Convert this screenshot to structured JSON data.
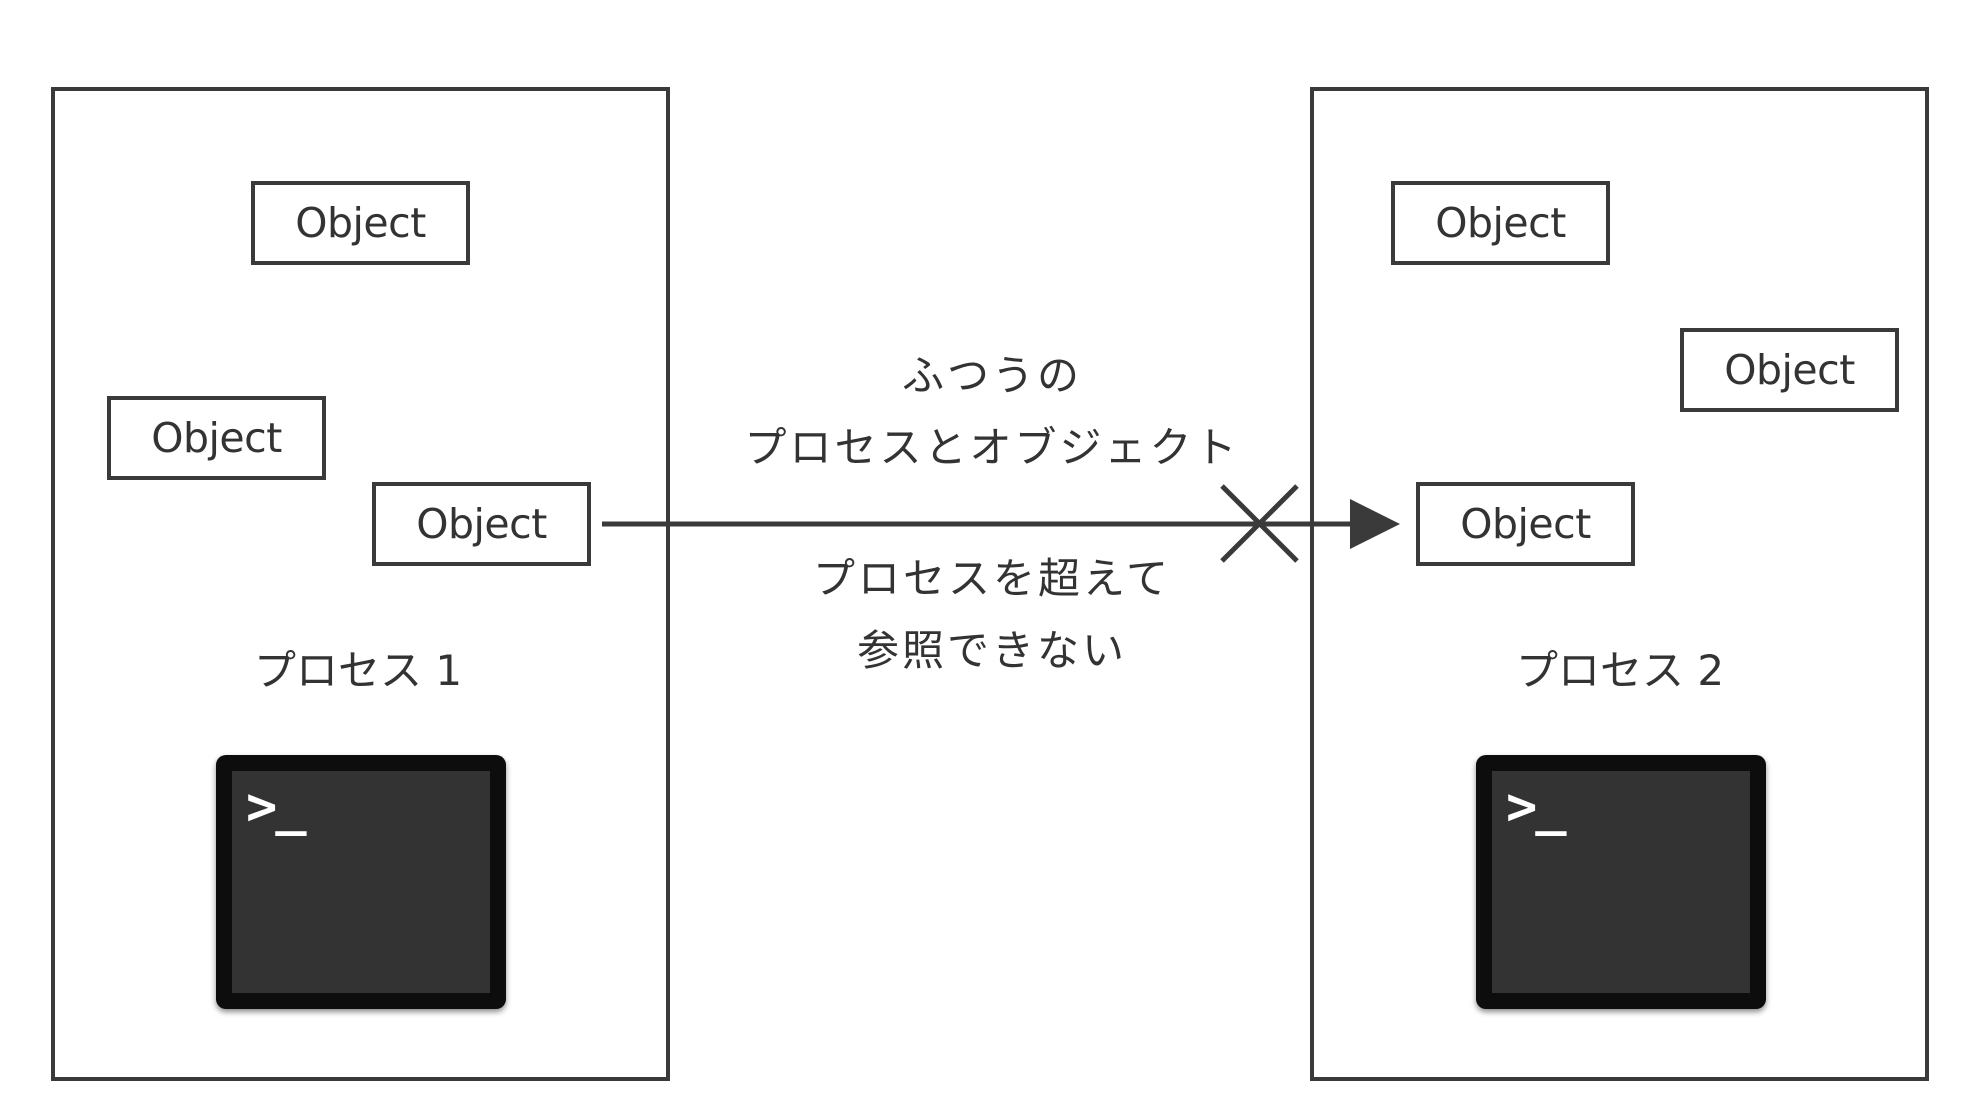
{
  "process_1": {
    "label": "プロセス 1",
    "objects": [
      "Object",
      "Object",
      "Object"
    ],
    "terminal_prompt": ">_"
  },
  "process_2": {
    "label": "プロセス 2",
    "objects": [
      "Object",
      "Object",
      "Object"
    ],
    "terminal_prompt": ">_"
  },
  "caption_top": {
    "line1": "ふつうの",
    "line2": "プロセスとオブジェクト"
  },
  "caption_bottom": {
    "line1": "プロセスを超えて",
    "line2": "参照できない"
  },
  "colors": {
    "stroke": "#3a3a3a",
    "text": "#333333",
    "terminal_frame": "#0d0d0d",
    "terminal_screen": "#333333"
  }
}
